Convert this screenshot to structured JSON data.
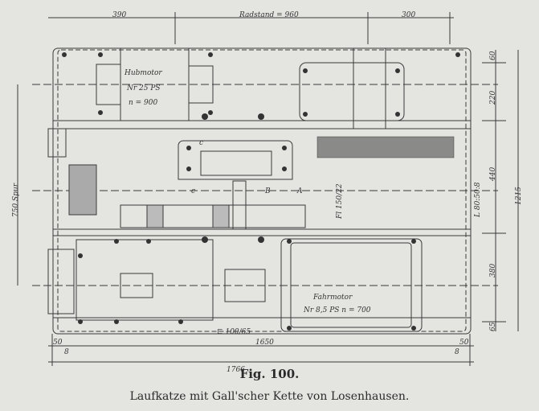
{
  "figure": {
    "number": "Fig. 100.",
    "caption": "Laufkatze mit Gall'scher Kette von Losenhausen."
  },
  "dimensions": {
    "top_left": "390",
    "top_middle": "Radstand = 960",
    "top_right": "300",
    "left_gauge": "750 Spur",
    "right_60": "60",
    "right_220": "220",
    "right_440": "440",
    "right_380": "380",
    "right_65": "65",
    "right_total": "1215",
    "bottom_left_50": "50",
    "bottom_right_50": "50",
    "bottom_left_8": "8",
    "bottom_right_8": "8",
    "bottom_inner": "1650",
    "bottom_total": "1766"
  },
  "labels": {
    "hoist_motor_name": "Hubmotor",
    "hoist_motor_power": "Nr 25 PS",
    "hoist_motor_speed": "n = 900",
    "travel_motor_name": "Fahrmotor",
    "travel_motor_spec": "Nr 8,5 PS   n = 700",
    "angle_profile": "L 80:50:8",
    "channel_profile": "⊏ 100/65",
    "flat_profile": "Fl 150/22",
    "mark_c1": "c",
    "mark_c2": "c",
    "mark_b": "B",
    "mark_a": "A"
  }
}
